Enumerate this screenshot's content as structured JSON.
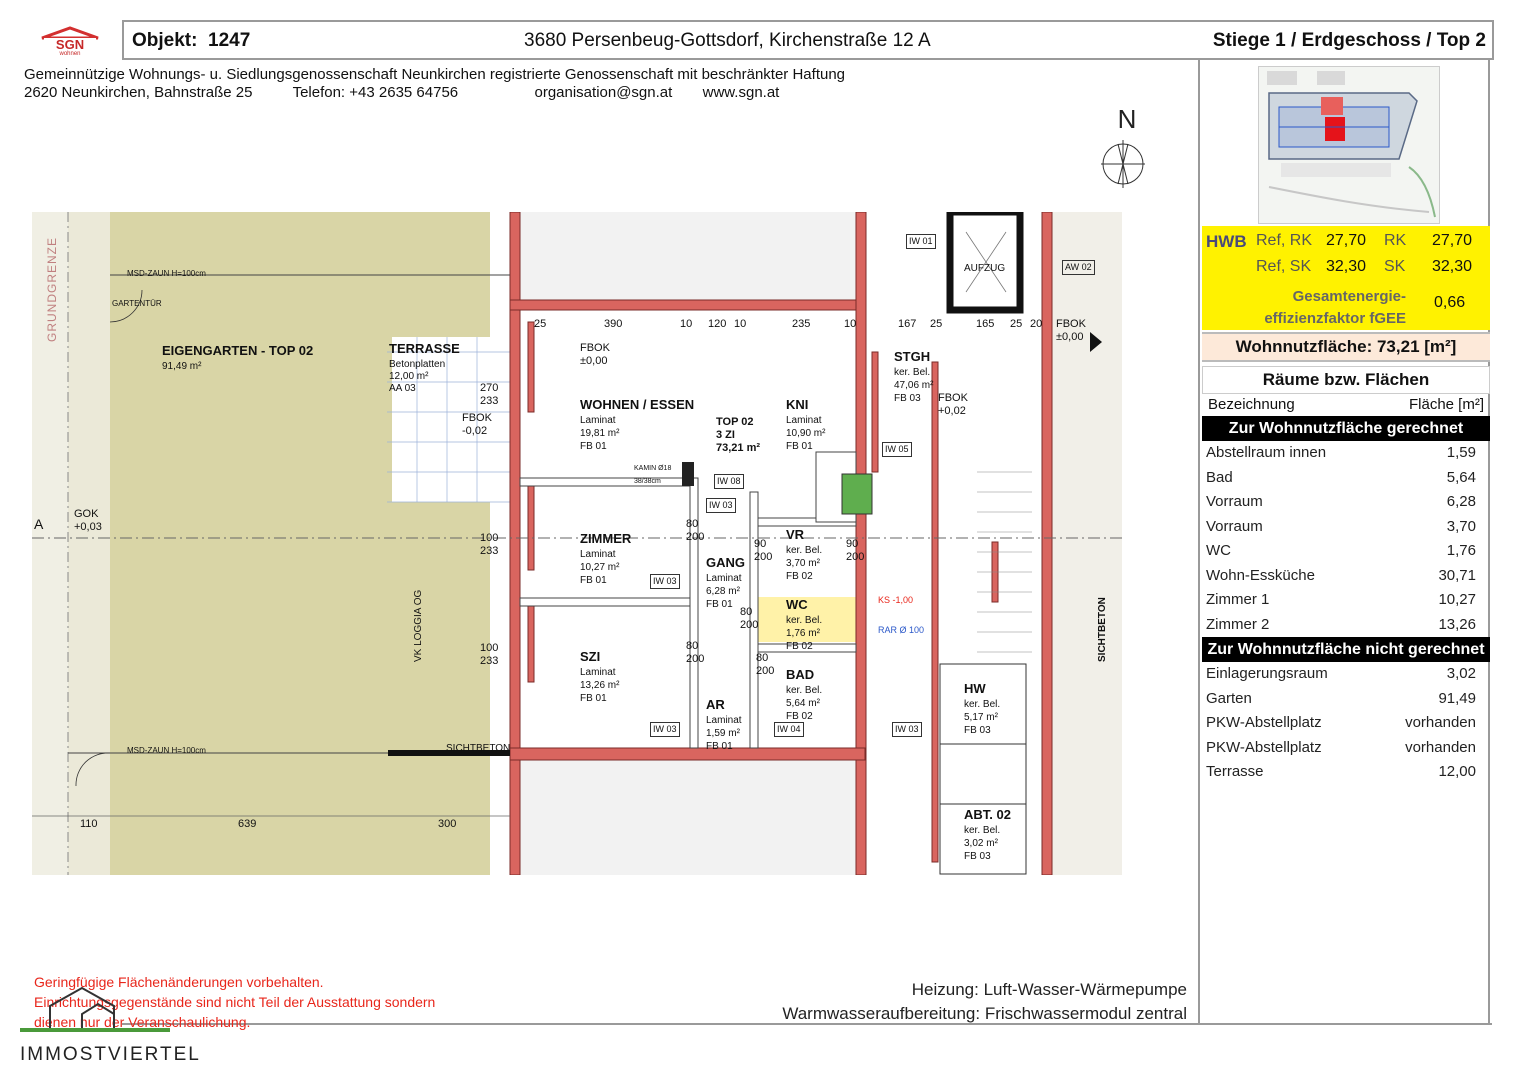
{
  "header": {
    "logo_text": "SGN",
    "logo_subtext": "wohnen",
    "objekt_label": "Objekt:",
    "objekt_number": "1247",
    "address": "3680 Persenbeug-Gottsdorf, Kirchenstraße 12 A",
    "location": "Stiege 1 / Erdgeschoss / Top 2"
  },
  "company": {
    "name": "Gemeinnützige Wohnungs- u. Siedlungsgenossenschaft Neunkirchen registrierte Genossenschaft mit beschränkter Haftung",
    "street": "2620 Neunkirchen, Bahnstraße 25",
    "phone": "Telefon: +43 2635 64756",
    "email": "organisation@sgn.at",
    "web": "www.sgn.at"
  },
  "north_label": "N",
  "hwb": {
    "label": "HWB",
    "ref_rk_label": "Ref, RK",
    "ref_rk_value": "27,70",
    "rk_label": "RK",
    "rk_value": "27,70",
    "ref_sk_label": "Ref, SK",
    "ref_sk_value": "32,30",
    "sk_label": "SK",
    "sk_value": "32,30",
    "fgee_label_1": "Gesamtenergie-",
    "fgee_label_2": "effizienzfaktor fGEE",
    "fgee_value": "0,66"
  },
  "wohnnutzflaeche": "Wohnnutzfläche: 73,21 [m²]",
  "rooms_table": {
    "title": "Räume bzw. Flächen",
    "col_name": "Bezeichnung",
    "col_area": "Fläche [m²]",
    "section_included": "Zur Wohnnutzfläche gerechnet",
    "included": [
      {
        "name": "Abstellraum innen",
        "area": "1,59"
      },
      {
        "name": "Bad",
        "area": "5,64"
      },
      {
        "name": "Vorraum",
        "area": "6,28"
      },
      {
        "name": "Vorraum",
        "area": "3,70"
      },
      {
        "name": "WC",
        "area": "1,76"
      },
      {
        "name": "Wohn-Essküche",
        "area": "30,71"
      },
      {
        "name": "Zimmer 1",
        "area": "10,27"
      },
      {
        "name": "Zimmer 2",
        "area": "13,26"
      }
    ],
    "section_excluded": "Zur Wohnnutzfläche nicht gerechnet",
    "excluded": [
      {
        "name": "Einlagerungsraum",
        "area": "3,02"
      },
      {
        "name": "Garten",
        "area": "91,49"
      },
      {
        "name": "PKW-Abstellplatz",
        "area": "vorhanden"
      },
      {
        "name": "PKW-Abstellplatz",
        "area": "vorhanden"
      },
      {
        "name": "Terrasse",
        "area": "12,00"
      }
    ]
  },
  "plan": {
    "grundgrenze": "GRUNDGRENZE",
    "eigengarten": "EIGENGARTEN - TOP 02",
    "eigengarten_area": "91,49 m²",
    "terrasse": "TERRASSE",
    "terrasse_mat": "Betonplatten",
    "terrasse_area": "12,00 m²",
    "terrasse_code": "AA 03",
    "wohnen": "WOHNEN / ESSEN",
    "wohnen_mat": "Laminat",
    "wohnen_area": "19,81 m²",
    "wohnen_code": "FB 01",
    "top": "TOP 02",
    "top_rooms": "3 ZI",
    "top_area": "73,21 m²",
    "kni": "KNI",
    "kni_mat": "Laminat",
    "kni_area": "10,90 m²",
    "kni_code": "FB 01",
    "zimmer": "ZIMMER",
    "zimmer_mat": "Laminat",
    "zimmer_area": "10,27 m²",
    "zimmer_code": "FB 01",
    "gang": "GANG",
    "gang_mat": "Laminat",
    "gang_area": "6,28 m²",
    "gang_code": "FB 01",
    "vr": "VR",
    "vr_mat": "ker. Bel.",
    "vr_area": "3,70 m²",
    "vr_code": "FB 02",
    "wc": "WC",
    "wc_mat": "ker. Bel.",
    "wc_area": "1,76 m²",
    "wc_code": "FB 02",
    "szi": "SZI",
    "szi_mat": "Laminat",
    "szi_area": "13,26 m²",
    "szi_code": "FB 01",
    "bad": "BAD",
    "bad_mat": "ker. Bel.",
    "bad_area": "5,64 m²",
    "bad_code": "FB 02",
    "ar": "AR",
    "ar_mat": "Laminat",
    "ar_area": "1,59 m²",
    "ar_code": "FB 01",
    "stgh": "STGH",
    "stgh_mat": "ker. Bel.",
    "stgh_area": "47,06 m²",
    "stgh_code": "FB 03",
    "aufzug": "AUFZUG",
    "hw": "HW",
    "hw_mat": "ker. Bel.",
    "hw_area": "5,17 m²",
    "hw_code": "FB 03",
    "abt": "ABT. 02",
    "abt_mat": "ker. Bel.",
    "abt_area": "3,02 m²",
    "abt_code": "FB 03",
    "fbok1": "FBOK",
    "fbok1_val": "±0,00",
    "fbok2": "FBOK",
    "fbok2_val": "-0,02",
    "fbok3": "FBOK",
    "fbok3_val": "+0,02",
    "fbok4": "FBOK",
    "fbok4_val": "±0,00",
    "gok": "GOK",
    "gok_val": "+0,03",
    "msd_top": "MSD-ZAUN H=100cm",
    "msd_bottom": "MSD-ZAUN H=100cm",
    "gartentuer": "GARTENTÜR",
    "sichtbeton": "SICHTBETON",
    "kamin": "KAMIN Ø18",
    "kamin_size": "38/38cm",
    "dim_25": "25",
    "dim_390": "390",
    "dim_10": "10",
    "dim_120": "120",
    "dim_235": "235",
    "dim_167": "167",
    "dim_165": "165",
    "dim_20": "20",
    "dim_110": "110",
    "dim_639": "639",
    "dim_300": "300",
    "dim_100": "100",
    "dim_233": "233",
    "dim_270": "270",
    "dim_80": "80",
    "dim_90": "90",
    "dim_200": "200",
    "iw01": "IW 01",
    "iw03": "IW 03",
    "iw04": "IW 04",
    "iw05": "IW 05",
    "iw08": "IW 08",
    "aw02": "AW 02",
    "vk_loggia": "VK LOGGIA OG",
    "rar": "RAR Ø 100",
    "ks": "KS -1,00",
    "sichtbeton_v": "SICHTBETON",
    "a_marker": "A"
  },
  "notes": {
    "red_1": "Geringfügige Flächenänderungen vorbehalten.",
    "red_2": "Einrichtungsgegenstände sind nicht Teil der Ausstattung sondern",
    "red_3": "dienen nur der Veranschaulichung.",
    "heizung": "Heizung: Luft-Wasser-Wärmepumpe",
    "warmwasser": "Warmwasseraufbereitung: Frischwassermodul zentral"
  },
  "brand": "IMMOSTVIERTEL",
  "colors": {
    "hwb_bg": "#fff200",
    "wnf_bg": "#fde9d9",
    "garden": "#d9d5a6",
    "wall_red": "#d9655f",
    "wc_yellow": "#fff2a8",
    "note_red": "#e8261b"
  }
}
